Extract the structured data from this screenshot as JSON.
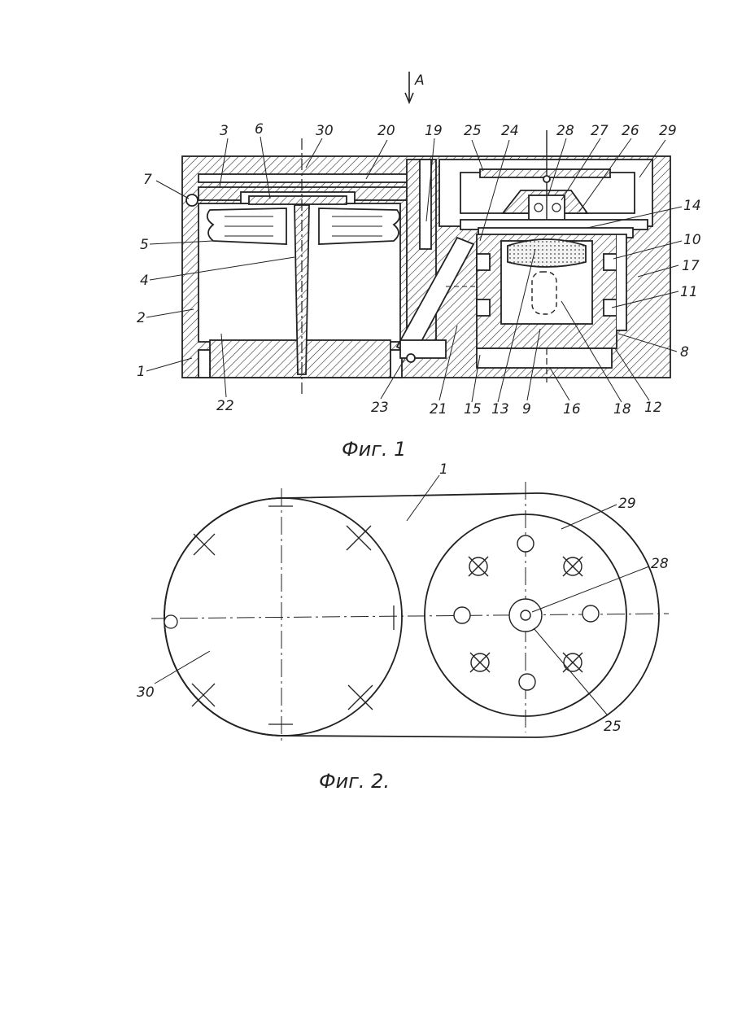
{
  "view_arrow": {
    "letter": "A"
  },
  "fig1": {
    "caption": "Фиг. 1",
    "labels": {
      "n1": "1",
      "n2": "2",
      "n3": "3",
      "n4": "4",
      "n5": "5",
      "n6": "6",
      "n7": "7",
      "n8": "8",
      "n9": "9",
      "n10": "10",
      "n11": "11",
      "n12": "12",
      "n13": "13",
      "n14": "14",
      "n15": "15",
      "n16": "16",
      "n17": "17",
      "n18": "18",
      "n19": "19",
      "n20": "20",
      "n21": "21",
      "n22": "22",
      "n23": "23",
      "n24": "24",
      "n25": "25",
      "n26": "26",
      "n27": "27",
      "n28": "28",
      "n29": "29",
      "n30": "30"
    }
  },
  "fig2": {
    "caption": "Фиг. 2.",
    "labels": {
      "n1": "1",
      "n29": "29",
      "n28": "28",
      "n30": "30",
      "n25": "25"
    }
  },
  "colors": {
    "ink": "#222222",
    "paper": "#ffffff",
    "fill": "#f3f3f3"
  }
}
